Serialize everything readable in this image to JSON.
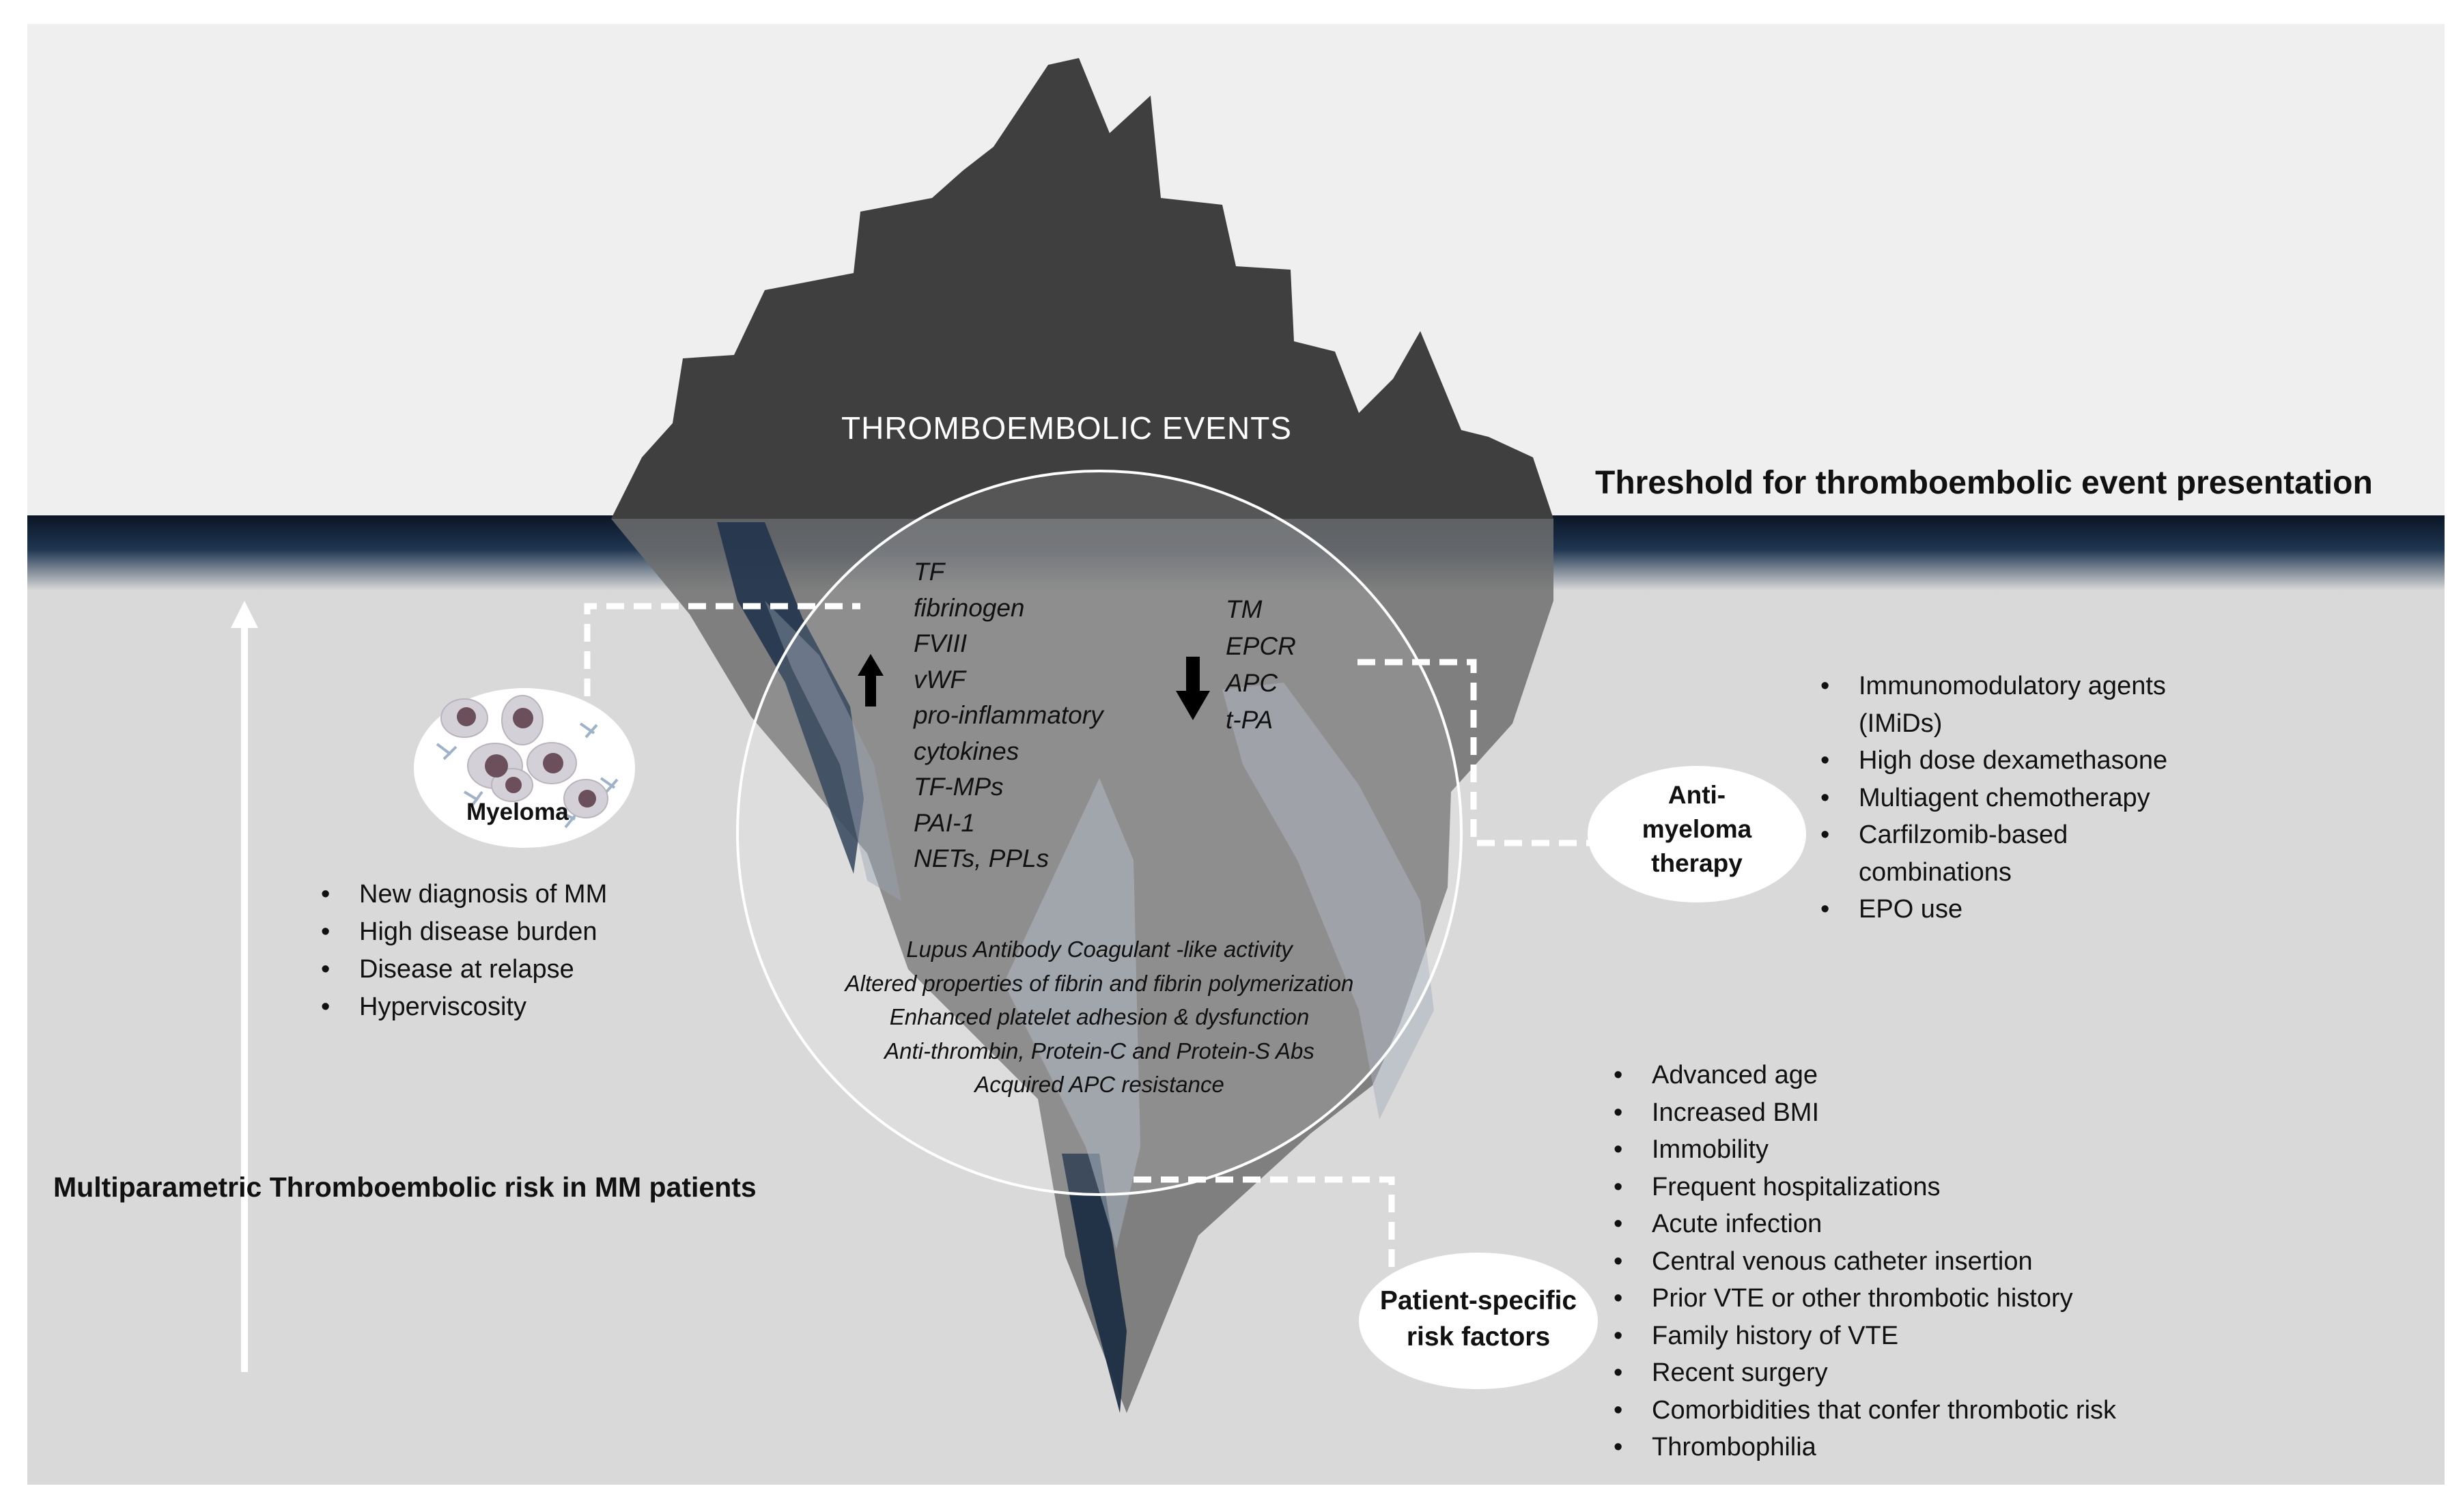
{
  "iceberg_title": "THROMBOEMBOLIC EVENTS",
  "threshold_label": "Threshold for thromboembolic event presentation",
  "left_axis_label": "Multiparametric Thromboembolic risk in MM patients",
  "myeloma": {
    "label": "Myeloma",
    "factors": [
      "New diagnosis of MM",
      "High disease burden",
      "Disease at relapse",
      "Hyperviscosity"
    ]
  },
  "increased_markers": [
    "TF",
    "fibrinogen",
    "FVIII",
    "vWF",
    "pro-inflammatory",
    "cytokines",
    "TF-MPs",
    "PAI-1",
    "NETs, PPLs"
  ],
  "decreased_markers": [
    "TM",
    "EPCR",
    "APC",
    "t-PA"
  ],
  "mechanisms": [
    "Lupus Antibody Coagulant -like activity",
    "Altered properties of fibrin and fibrin polymerization",
    "Enhanced platelet adhesion & dysfunction",
    "Anti-thrombin, Protein-C and Protein-S Abs",
    "Acquired APC resistance"
  ],
  "anti_myeloma": {
    "label": "Anti-\nmyeloma\ntherapy",
    "items": [
      "Immunomodulatory agents",
      "(IMiDs)",
      "High dose dexamethasone",
      "Multiagent chemotherapy",
      "Carfilzomib-based",
      "combinations",
      "EPO use"
    ]
  },
  "patient_specific": {
    "label": "Patient-specific\nrisk factors",
    "items": [
      "Advanced age",
      "Increased BMI",
      "Immobility",
      "Frequent hospitalizations",
      "Acute infection",
      "Central venous catheter insertion",
      "Prior VTE or other thrombotic history",
      "Family history of VTE",
      "Recent surgery",
      "Comorbidities that confer thrombotic risk",
      "Thrombophilia"
    ]
  },
  "colors": {
    "sky": "#efefef",
    "water": "#d9d9d9",
    "iceberg_top": "#3f3f3f",
    "iceberg_under": "#6f6f6f",
    "waterline": "#0d1a2b"
  }
}
